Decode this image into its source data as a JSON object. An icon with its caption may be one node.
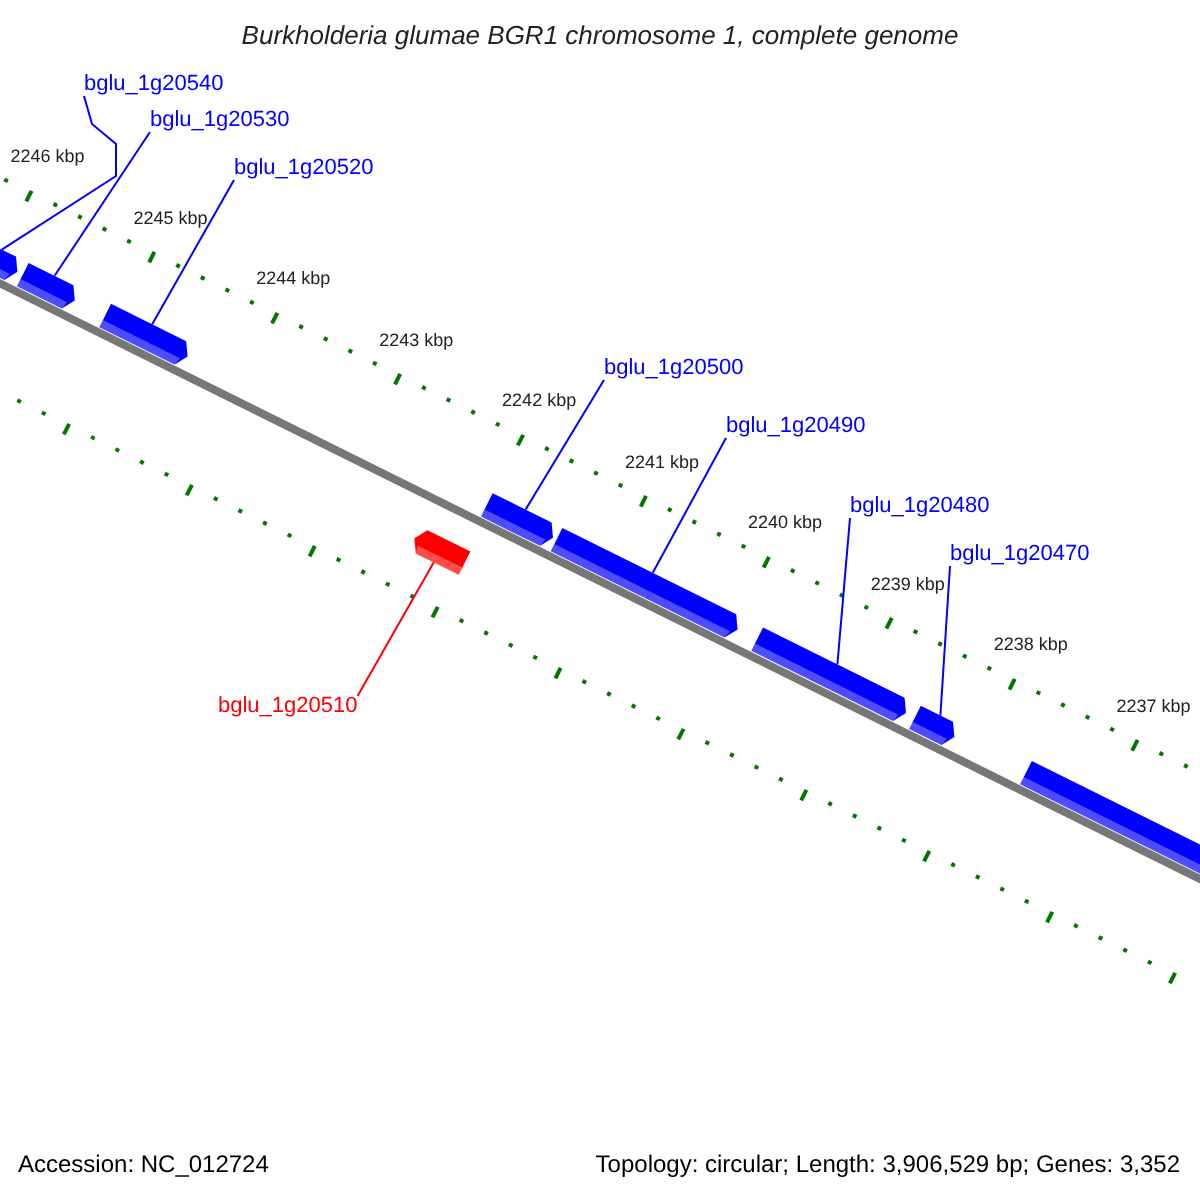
{
  "diagram": {
    "title": "Burkholderia glumae BGR1 chromosome 1, complete genome",
    "nodes": [
      {
        "text": [
          "bglu_1g20540"
        ]
      },
      {
        "text": [
          "bglu_1g20530"
        ]
      },
      {
        "text": [
          "bglu_1g20520"
        ]
      },
      {
        "text": [
          "bglu_1g20500"
        ]
      },
      {
        "text": [
          "bglu_1g20490"
        ]
      },
      {
        "text": [
          "bglu_1g20480"
        ]
      },
      {
        "text": [
          "bglu_1g20470"
        ]
      },
      {
        "text": [
          "bglu_1g20510"
        ]
      },
      {
        "text": [],
        "shape": "bar"
      },
      {
        "text": [],
        "shape": "bar"
      },
      {
        "text": [],
        "shape": "bar"
      },
      {
        "text": [],
        "shape": "bar"
      },
      {
        "text": [],
        "shape": "bar"
      },
      {
        "text": [],
        "shape": "bar"
      },
      {
        "text": [],
        "shape": "bar"
      },
      {
        "text": [],
        "shape": "bar"
      },
      {
        "text": [],
        "shape": "bar"
      }
    ],
    "edges": [
      {
        "from": 0,
        "to": 8,
        "arrow": "none"
      },
      {
        "from": 1,
        "to": 9,
        "arrow": "none"
      },
      {
        "from": 2,
        "to": 10,
        "arrow": "none"
      },
      {
        "from": 3,
        "to": 12,
        "arrow": "none"
      },
      {
        "from": 4,
        "to": 13,
        "arrow": "none"
      },
      {
        "from": 5,
        "to": 14,
        "arrow": "none"
      },
      {
        "from": 6,
        "to": 15,
        "arrow": "none"
      },
      {
        "from": 7,
        "to": 11,
        "arrow": "none",
        "color": "#ff0000"
      }
    ],
    "labels": [
      "2246 kbp",
      "2245 kbp",
      "2244 kbp",
      "2243 kbp",
      "2242 kbp",
      "2241 kbp",
      "2240 kbp",
      "2239 kbp",
      "2238 kbp",
      "2237 kbp",
      "Accession: NC_012724",
      "Topology: circular; Length: 3,906,529 bp; Genes: 3,352"
    ]
  }
}
